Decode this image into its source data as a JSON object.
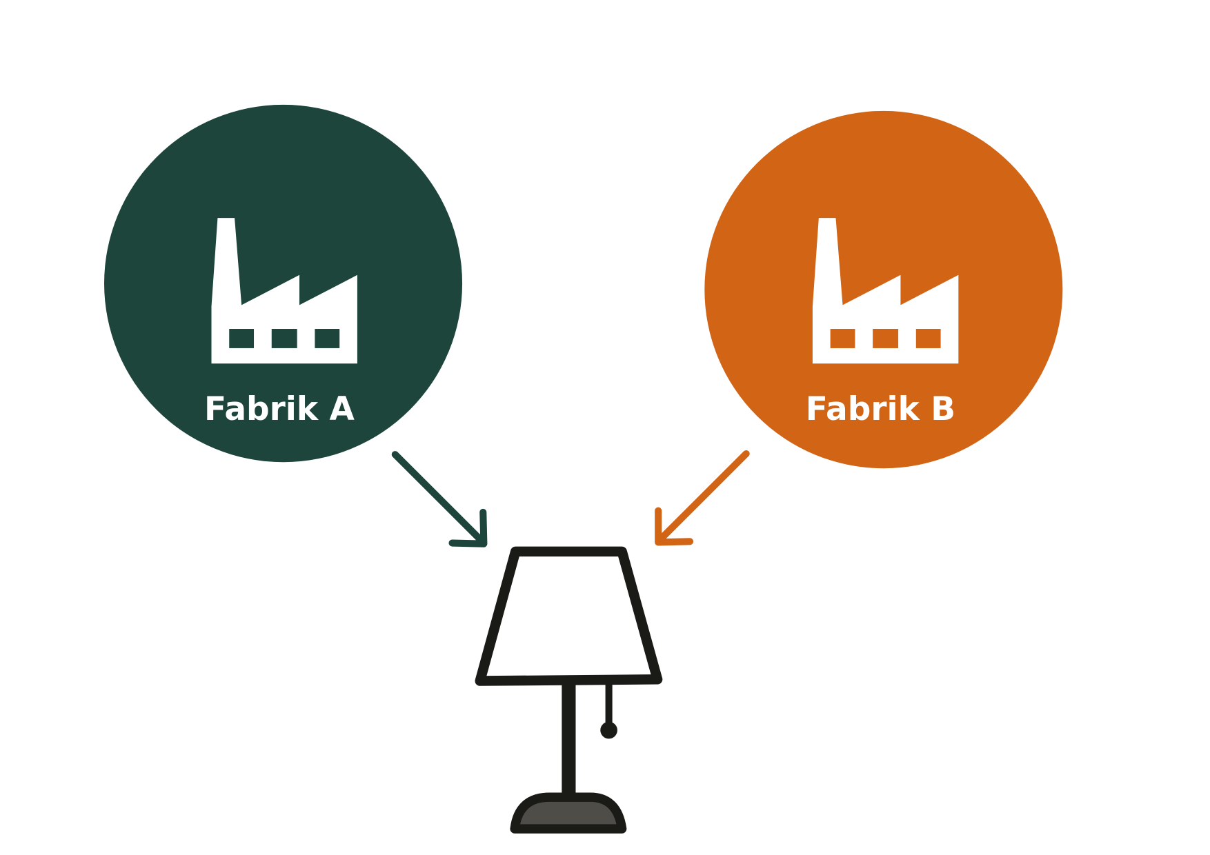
{
  "factories": [
    {
      "label": "Fabrik A",
      "color": "#1d453c",
      "icon": "factory-icon"
    },
    {
      "label": "Fabrik B",
      "color": "#d26415",
      "icon": "factory-icon"
    }
  ],
  "product": {
    "icon": "table-lamp-icon",
    "outline_color": "#1a1a16",
    "base_color": "#4f4d47"
  },
  "arrows": [
    {
      "from": "Fabrik A",
      "to": "lamp",
      "color": "#1d453c"
    },
    {
      "from": "Fabrik B",
      "to": "lamp",
      "color": "#d26415"
    }
  ]
}
